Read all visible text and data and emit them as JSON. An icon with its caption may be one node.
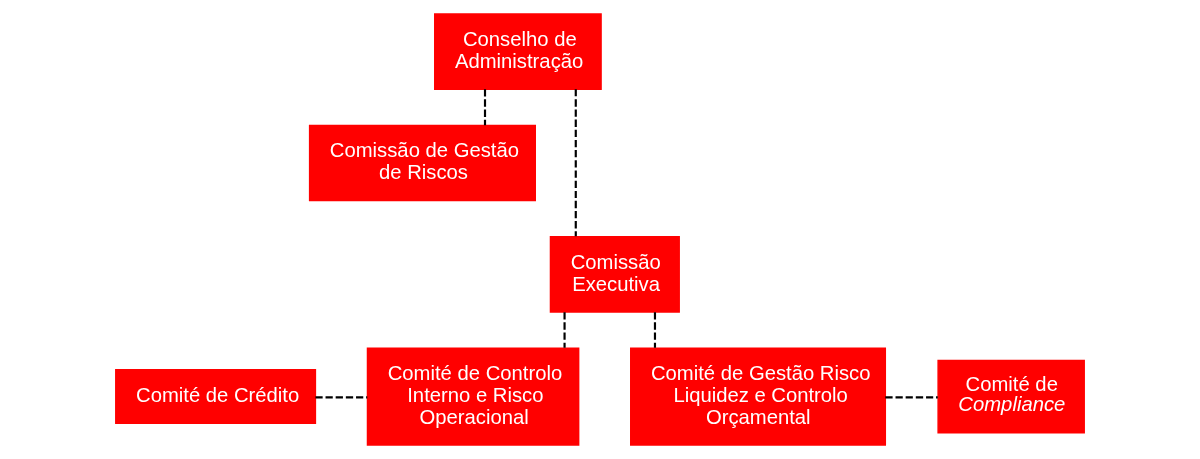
{
  "diagram": {
    "nodes": [
      {
        "text": [
          "Conselho de Administração"
        ]
      },
      {
        "text": [
          "Comissão de Gestão de Riscos"
        ]
      },
      {
        "text": [
          "Comissão Executiva"
        ]
      },
      {
        "text": [
          "Comité de Crédito"
        ]
      },
      {
        "text": [
          "Comité de Controlo Interno e Risco Operacional"
        ]
      },
      {
        "text": [
          "Comité de Gestão Risco Liquidez e Controlo Orçamental"
        ]
      },
      {
        "text": [
          "Comité de *Compliance*"
        ]
      }
    ],
    "edges": [
      {
        "from": 0,
        "to": 2,
        "arrow": "none",
        "style": "dashed"
      },
      {
        "from": 0,
        "to": 1,
        "arrow": "none",
        "style": "dashed"
      },
      {
        "from": 2,
        "to": 4,
        "arrow": "none",
        "style": "dashed"
      },
      {
        "from": 2,
        "to": 5,
        "arrow": "none",
        "style": "dashed"
      },
      {
        "from": 3,
        "to": 4,
        "arrow": "none",
        "style": "dashed"
      },
      {
        "from": 5,
        "to": 6,
        "arrow": "none",
        "style": "dashed"
      }
    ]
  }
}
